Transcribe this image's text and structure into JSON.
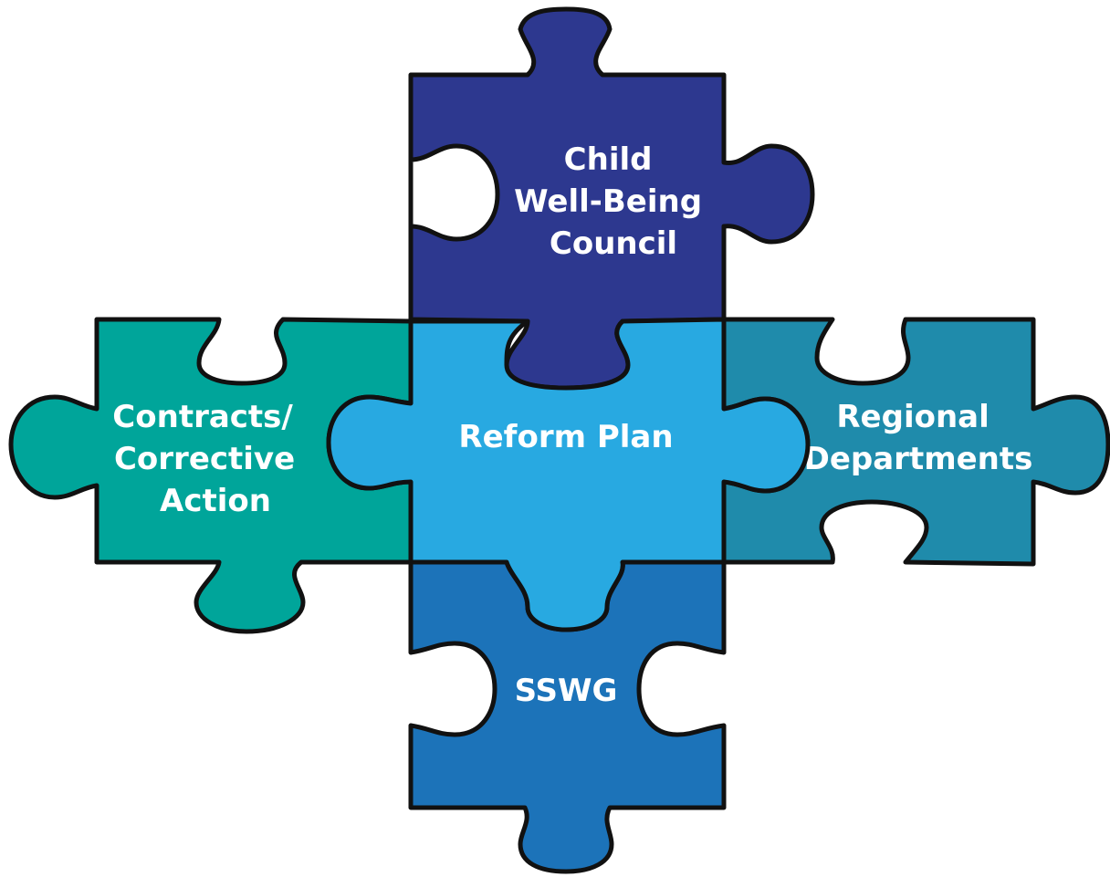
{
  "diagram": {
    "pieces": {
      "top": {
        "lines": [
          "Child",
          "Well-Being",
          "Council"
        ],
        "color": "#2d388f"
      },
      "left": {
        "lines": [
          "Contracts/",
          "Corrective",
          "Action"
        ],
        "color": "#00a59a"
      },
      "center": {
        "lines": [
          "Reform Plan"
        ],
        "color": "#28a9e1"
      },
      "right": {
        "lines": [
          "Regional",
          "Departments"
        ],
        "color": "#1f8bab"
      },
      "bottom": {
        "lines": [
          "SSWG"
        ],
        "color": "#1c73b9"
      }
    },
    "outline_color": "#111111",
    "text_color": "#ffffff"
  }
}
